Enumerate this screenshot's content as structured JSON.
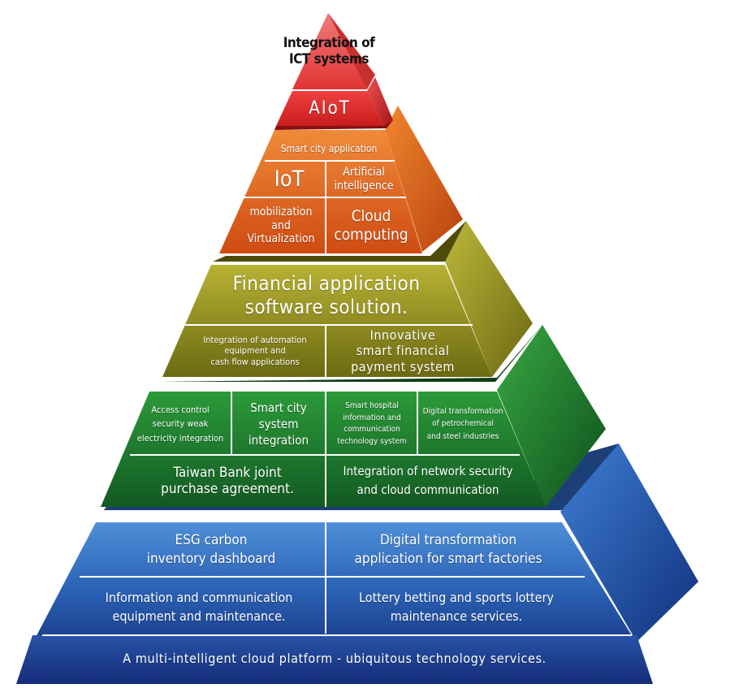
{
  "diagram": {
    "tiers": [
      {
        "id": "ict",
        "color": "#e23b3b",
        "cells": [
          {
            "label": "Integration of\nICT systems"
          }
        ]
      },
      {
        "id": "aiot",
        "color": "#e0252b",
        "cells": [
          {
            "label": "AIoT"
          }
        ]
      },
      {
        "id": "iot",
        "color": "#e8661f",
        "cells": [
          {
            "label": "Smart city application"
          },
          {
            "label": "IoT"
          },
          {
            "label": "Artificial\nintelligence"
          },
          {
            "label": "mobilization\nand\nVirtualization"
          },
          {
            "label": "Cloud\ncomputing"
          }
        ]
      },
      {
        "id": "financial",
        "color": "#9c9a24",
        "cells": [
          {
            "label": "Financial application\nsoftware solution."
          },
          {
            "label": "Integration of automation\nequipment and\ncash flow applications"
          },
          {
            "label": "Innovative\nsmart financial\npayment system"
          }
        ]
      },
      {
        "id": "smartcity",
        "color": "#1f7a2b",
        "cells": [
          {
            "label": "Access control\nsecurity weak\nelectricity integration"
          },
          {
            "label": "Smart city\nsystem\nintegration"
          },
          {
            "label": "Smart hospital\ninformation and\ncommunication\ntechnology system"
          },
          {
            "label": "Digital transformation\nof petrochemical\nand steel industries"
          },
          {
            "label": "Taiwan Bank joint\npurchase agreement."
          },
          {
            "label": "Integration of network security\nand cloud communication"
          }
        ]
      },
      {
        "id": "base",
        "color": "#2a5fb0",
        "cells": [
          {
            "label": "ESG carbon\ninventory dashboard"
          },
          {
            "label": "Digital transformation\napplication for smart factories"
          },
          {
            "label": "Information and communication\nequipment and maintenance."
          },
          {
            "label": "Lottery betting and sports lottery\nmaintenance services."
          },
          {
            "label": "A multi-intelligent cloud platform - ubiquitous technology services."
          }
        ]
      }
    ]
  }
}
